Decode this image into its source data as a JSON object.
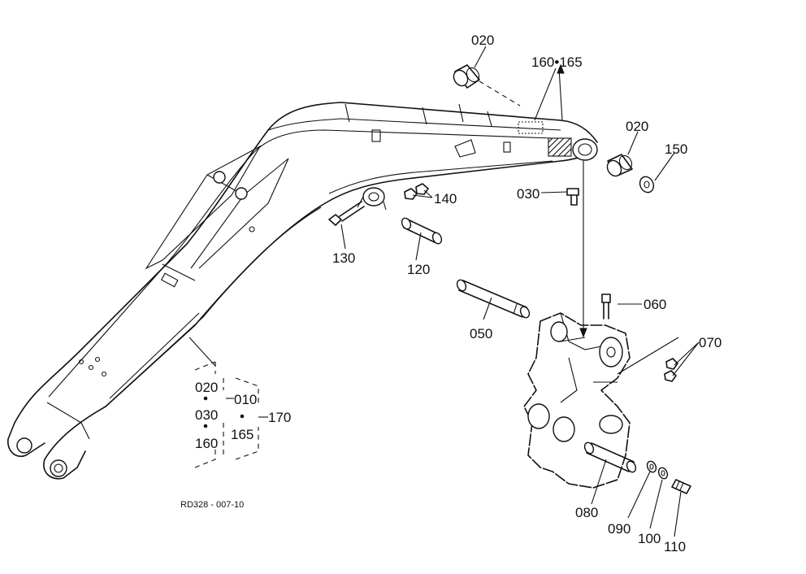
{
  "labels": {
    "p020_top": "020",
    "p160_165": "160•165",
    "p020_right": "020",
    "p150": "150",
    "p030": "030",
    "p140": "140",
    "p130": "130",
    "p120": "120",
    "p060": "060",
    "p050": "050",
    "p070": "070",
    "p080": "080",
    "p090": "090",
    "p100": "100",
    "p110": "110"
  },
  "group": {
    "item1": "020",
    "item2": "030",
    "item3": "160",
    "sub": "010",
    "item4": "165",
    "kit": "170"
  },
  "footer": {
    "drawing_code": "RD328 - 007-10"
  }
}
